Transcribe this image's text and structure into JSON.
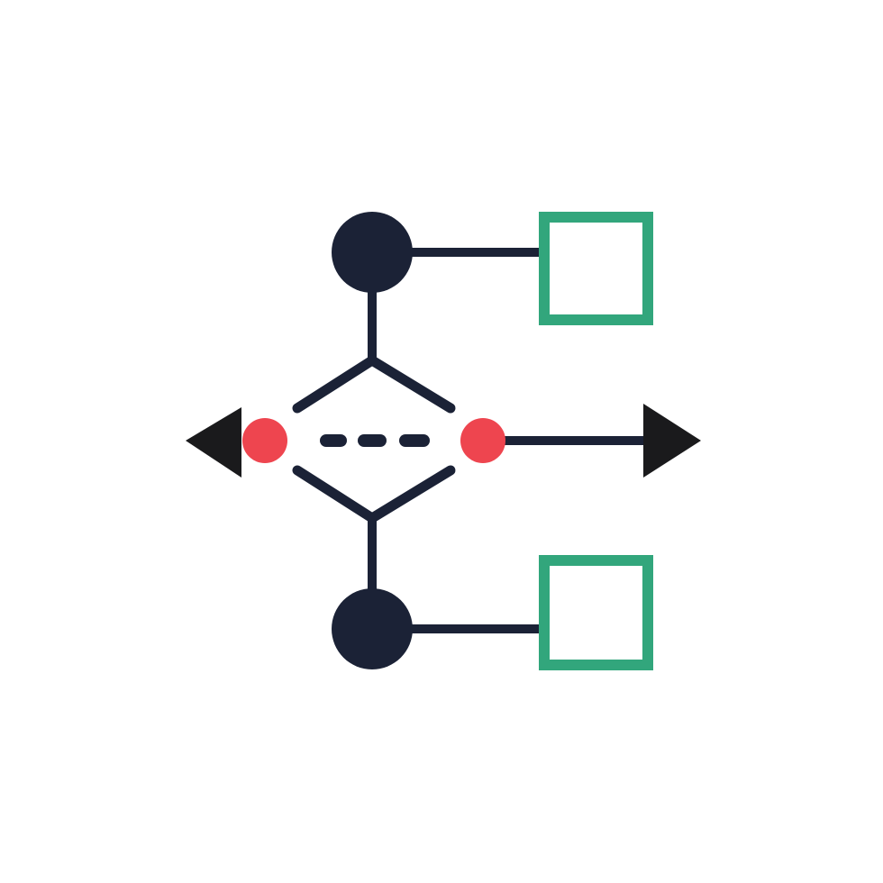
{
  "diagram": {
    "kind": "flowchart-icon",
    "colors": {
      "background": "#ffffff",
      "ink": "#1b2236",
      "accent_red": "#ee454f",
      "accent_green": "#32a67c",
      "arrow_dark": "#1a1a1c"
    },
    "elements": {
      "top_node": {
        "shape": "circle",
        "color": "ink"
      },
      "bottom_node": {
        "shape": "circle",
        "color": "ink"
      },
      "top_box": {
        "shape": "square-outline",
        "color": "accent_green"
      },
      "bottom_box": {
        "shape": "square-outline",
        "color": "accent_green"
      },
      "left_connector": {
        "shape": "dot",
        "color": "accent_red"
      },
      "right_connector": {
        "shape": "dot",
        "color": "accent_red"
      },
      "left_arrow": {
        "shape": "triangle",
        "direction": "left",
        "color": "arrow_dark"
      },
      "right_arrow": {
        "shape": "triangle",
        "direction": "right",
        "color": "arrow_dark"
      },
      "center_dashes": {
        "count": 3,
        "color": "ink"
      },
      "decision_diamond": {
        "shape": "open-diamond",
        "color": "ink"
      }
    }
  }
}
